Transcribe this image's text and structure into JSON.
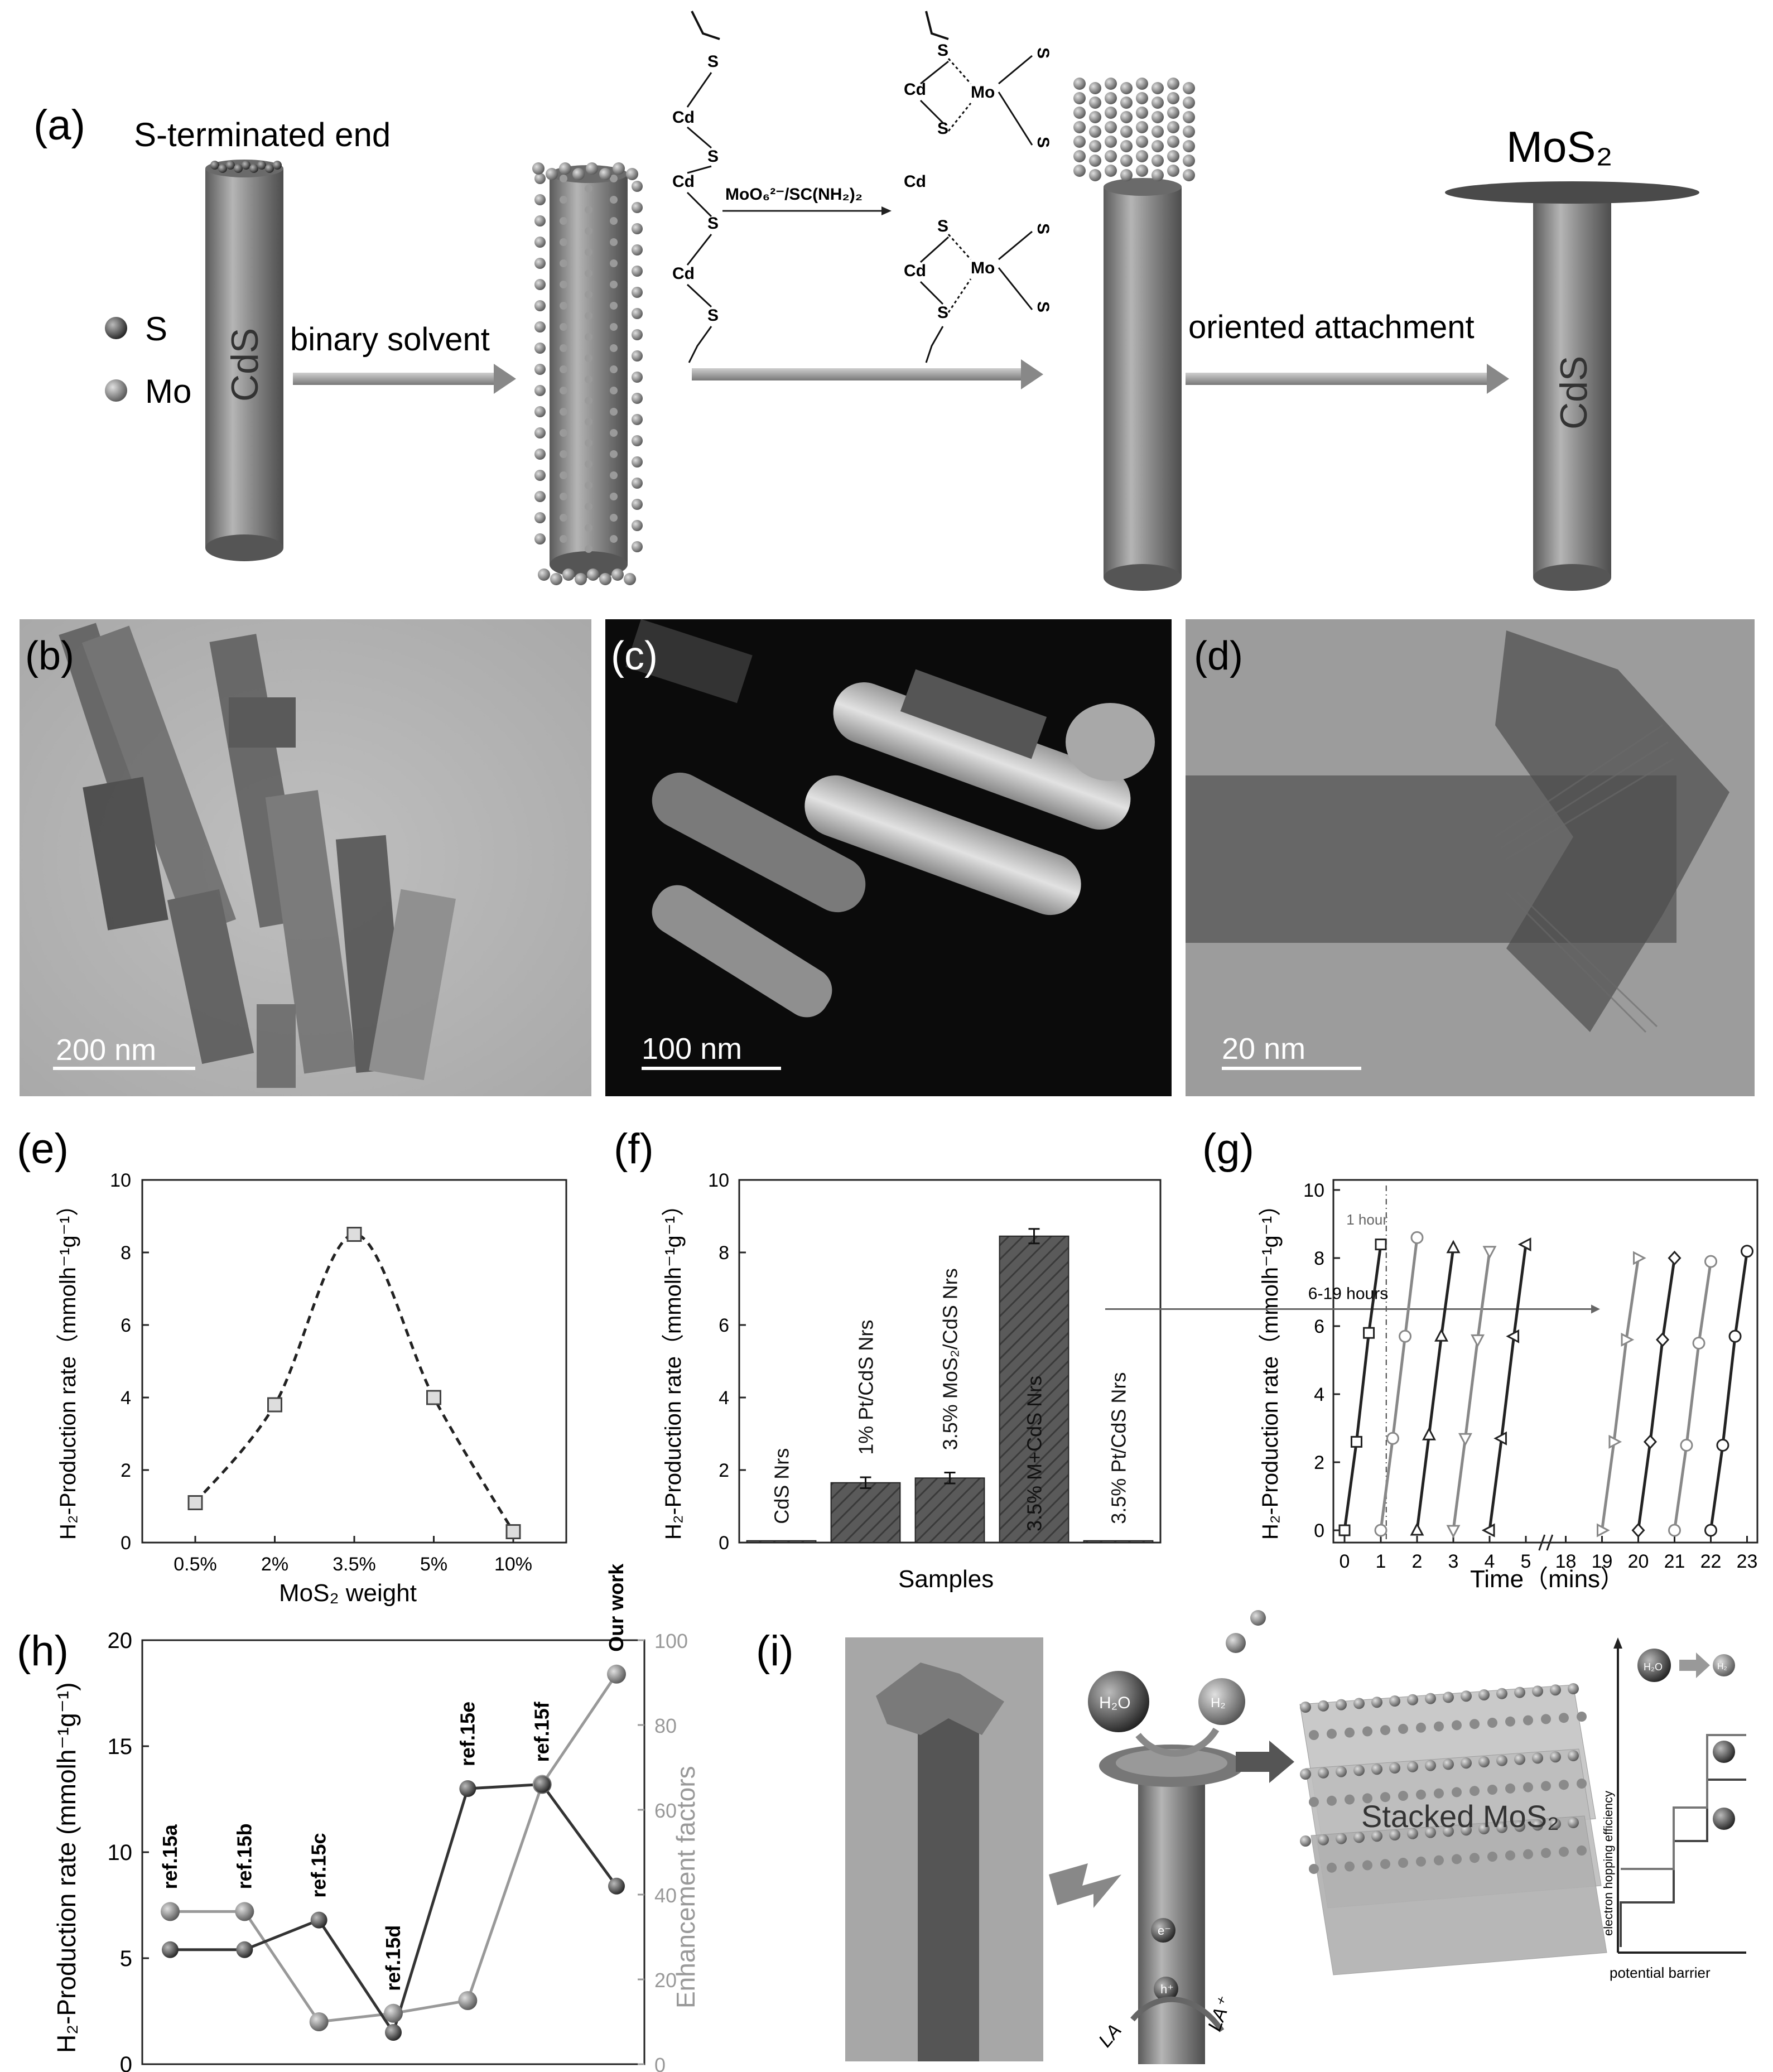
{
  "panel_labels": {
    "a": "(a)",
    "b": "(b)",
    "c": "(c)",
    "d": "(d)",
    "e": "(e)",
    "f": "(f)",
    "g": "(g)",
    "h": "(h)",
    "i": "(i)"
  },
  "panel_a": {
    "s_terminated_end": "S-terminated end",
    "legend_s": "S",
    "legend_mo": "Mo",
    "cds_left": "CdS",
    "cds_right": "CdS",
    "binary_solvent": "binary solvent",
    "reagent": "MoO₆²⁻/SC(NH₂)₂",
    "oriented_attachment": "oriented attachment",
    "mos2_cap": "MoS₂",
    "chain_cd": "Cd",
    "chain_s": "S",
    "chain_mo": "Mo",
    "chain_s_bold": "S"
  },
  "panel_b": {
    "scalebar": "200 nm"
  },
  "panel_c": {
    "scalebar": "100 nm"
  },
  "panel_d": {
    "scalebar": "20 nm"
  },
  "panel_i": {
    "h2o": "H₂O",
    "h2": "H₂",
    "la": "LA",
    "la_plus": "LA⁺",
    "stacked": "Stacked MoS₂",
    "y_axis": "electron hopping efficiency",
    "x_axis": "potential barrier",
    "e_minus": "e⁻",
    "h_plus": "h⁺"
  },
  "colors": {
    "bar_fill": "#555555",
    "series_dark": "#333333",
    "series_light": "#999999",
    "rod": "#777777"
  },
  "chart_data": [
    {
      "id": "e",
      "type": "line",
      "categories": [
        "0.5%",
        "2%",
        "3.5%",
        "5%",
        "10%"
      ],
      "values": [
        1.1,
        3.8,
        8.5,
        4.0,
        0.3
      ],
      "xlabel": "MoS₂ weight",
      "ylabel": "H₂-Production rate（mmolh⁻¹g⁻¹）",
      "ylim": [
        0,
        10
      ],
      "yticks": [
        "0",
        "2",
        "4",
        "6",
        "8",
        "10"
      ]
    },
    {
      "id": "f",
      "type": "bar",
      "categories": [
        "CdS Nrs",
        "1% Pt/CdS Nrs",
        "3.5% MoS₂/CdS Nrs",
        "3.5% M+CdS Nrs",
        "3.5% Pt/CdS Nrs"
      ],
      "values": [
        0.05,
        1.65,
        1.78,
        8.45,
        0.05
      ],
      "errors": [
        0.0,
        0.15,
        0.15,
        0.2,
        0.0
      ],
      "xlabel": "Samples",
      "ylabel": "H₂-Production rate（mmolh⁻¹g⁻¹）",
      "ylim": [
        0,
        10
      ],
      "yticks": [
        "0",
        "2",
        "4",
        "6",
        "8",
        "10"
      ]
    },
    {
      "id": "g",
      "type": "line",
      "xticks": [
        "0",
        "1",
        "2",
        "3",
        "4",
        "5",
        "18",
        "19",
        "20",
        "21",
        "22",
        "23"
      ],
      "xlabel": "Time（mins）",
      "ylabel": "H₂-Production rate（mmolh⁻¹g⁻¹）",
      "ylim": [
        0,
        10
      ],
      "yticks": [
        "0",
        "2",
        "4",
        "6",
        "8",
        "10"
      ],
      "annotations": {
        "one_hour": "1 hour",
        "break": "6-19 hours"
      },
      "series": [
        {
          "x": [
            0,
            0.33,
            0.67,
            1.0
          ],
          "y": [
            0,
            2.6,
            5.8,
            8.4
          ]
        },
        {
          "x": [
            1.0,
            1.33,
            1.67,
            2.0
          ],
          "y": [
            0,
            2.7,
            5.7,
            8.6
          ]
        },
        {
          "x": [
            2.0,
            2.33,
            2.67,
            3.0
          ],
          "y": [
            0,
            2.8,
            5.7,
            8.3
          ]
        },
        {
          "x": [
            3.0,
            3.33,
            3.67,
            4.0
          ],
          "y": [
            0,
            2.7,
            5.6,
            8.2
          ]
        },
        {
          "x": [
            4.0,
            4.33,
            4.67,
            5.0
          ],
          "y": [
            0,
            2.7,
            5.7,
            8.4
          ]
        },
        {
          "x": [
            19.0,
            19.33,
            19.67,
            20.0
          ],
          "y": [
            0,
            2.6,
            5.6,
            8.0
          ]
        },
        {
          "x": [
            20.0,
            20.33,
            20.67,
            21.0
          ],
          "y": [
            0,
            2.6,
            5.6,
            8.0
          ]
        },
        {
          "x": [
            21.0,
            21.33,
            21.67,
            22.0
          ],
          "y": [
            0,
            2.5,
            5.5,
            7.9
          ]
        },
        {
          "x": [
            22.0,
            22.33,
            22.67,
            23.0
          ],
          "y": [
            0,
            2.5,
            5.7,
            8.2
          ]
        }
      ]
    },
    {
      "id": "h",
      "type": "line",
      "categories": [
        "ref.15a",
        "ref.15b",
        "ref.15c",
        "ref.15d",
        "ref.15e",
        "ref.15f",
        "Our work"
      ],
      "ylabel": "H₂-Production rate (mmolh⁻¹g⁻¹)",
      "y2label": "Enhancement factors",
      "ylim": [
        0,
        20
      ],
      "y2lim": [
        0,
        100
      ],
      "yticks": [
        "0",
        "5",
        "10",
        "15",
        "20"
      ],
      "y2ticks": [
        "0",
        "20",
        "40",
        "60",
        "80",
        "100"
      ],
      "series": [
        {
          "axis": "left",
          "values": [
            5.4,
            5.4,
            6.8,
            1.5,
            13.0,
            13.2,
            8.4
          ]
        },
        {
          "axis": "right",
          "values": [
            36,
            36,
            10,
            12,
            15,
            66,
            92
          ]
        }
      ]
    }
  ]
}
